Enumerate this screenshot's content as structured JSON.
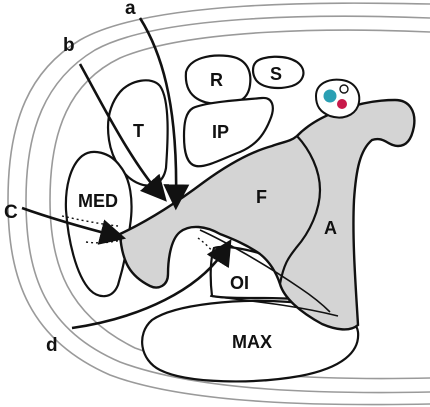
{
  "labels": {
    "regions": {
      "R": "R",
      "S": "S",
      "T": "T",
      "IP": "IP",
      "MED": "MED",
      "F": "F",
      "A": "A",
      "OI": "OI",
      "MAX": "MAX"
    },
    "arrows": {
      "a": "a",
      "b": "b",
      "c": "C",
      "d": "d"
    }
  },
  "colors": {
    "outline": "#111111",
    "gray_fill": "#d4d4d4",
    "fascia_line": "#9a9a9a",
    "vessel_blue": "#2a9fb3",
    "vessel_red": "#c8194a"
  }
}
